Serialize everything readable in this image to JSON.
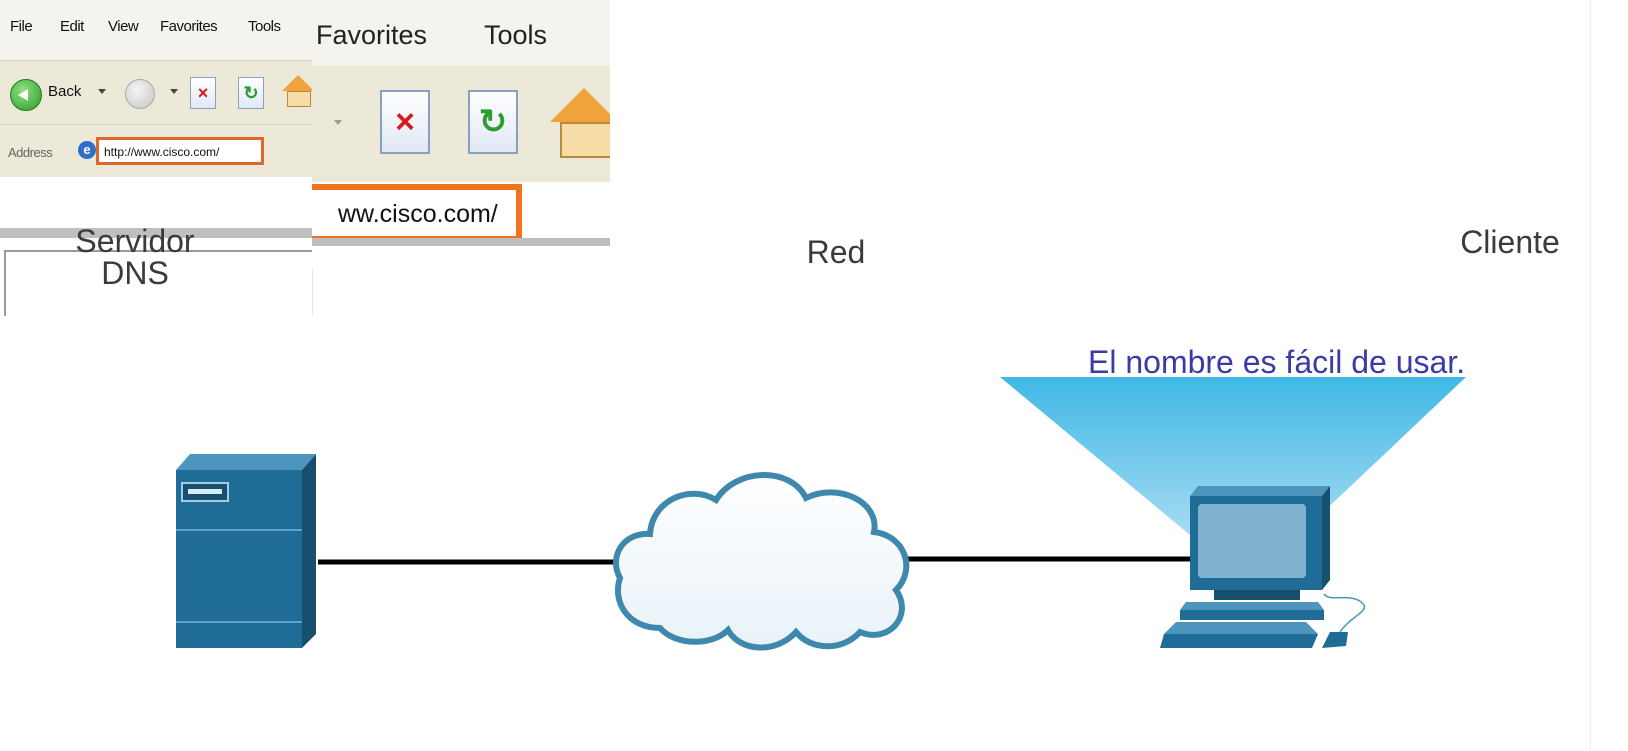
{
  "browser_small": {
    "menu": [
      "File",
      "Edit",
      "View",
      "Favorites",
      "Tools"
    ],
    "back_label": "Back",
    "address_label": "Address",
    "url": "http://www.cisco.com/"
  },
  "browser_zoom": {
    "menu": [
      "Favorites",
      "Tools"
    ],
    "url": "ww.cisco.com/"
  },
  "diagram": {
    "dns_server_label": "Servidor\nDNS",
    "network_label": "Red",
    "client_label": "Cliente",
    "caption": "El nombre es fácil de usar."
  },
  "colors": {
    "device_blue": "#1f6d97",
    "cloud_stroke": "#3f88ad",
    "beam_light": "#a9dcf2",
    "beam_dark": "#3fb8e6",
    "caption_text": "#3a3aa8",
    "url_highlight": "#f0731d"
  },
  "icons": [
    "server-icon",
    "cloud-icon",
    "computer-icon",
    "back-arrow-icon",
    "forward-arrow-icon",
    "stop-icon",
    "refresh-icon",
    "home-icon",
    "ie-page-icon"
  ]
}
